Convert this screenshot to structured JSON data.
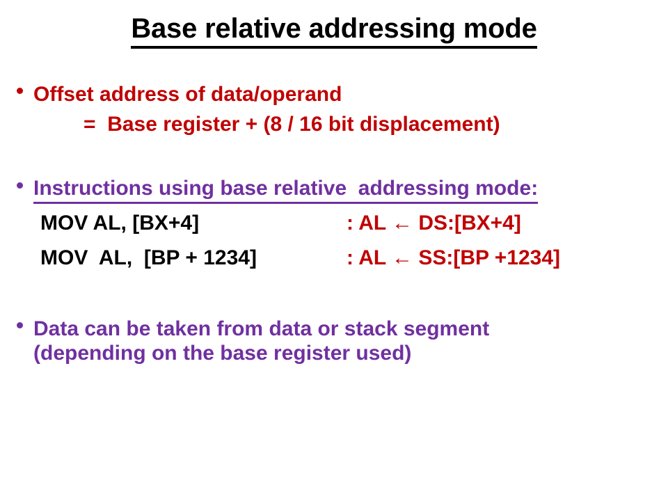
{
  "slide": {
    "title": "Base relative addressing mode",
    "colors": {
      "title": "#000000",
      "red": "#C00000",
      "purple": "#7030A0",
      "black": "#000000",
      "background": "#FFFFFF"
    },
    "blocks": {
      "offset": {
        "bullet_text": "Offset address of data/operand",
        "continuation": "=  Base register + (8 / 16 bit displacement)"
      },
      "instructions_heading": "Instructions using base relative  addressing mode:",
      "instructions": [
        {
          "mnemonic": "MOV AL, [BX+4]",
          "meaning": ": AL ← DS:[BX+4]"
        },
        {
          "mnemonic": "MOV  AL,  [BP + 1234]",
          "meaning": ": AL ← SS:[BP +1234]"
        }
      ],
      "data_note": {
        "line1": "Data can be taken from data or stack segment",
        "line2": "(depending on the base register used)"
      }
    }
  }
}
